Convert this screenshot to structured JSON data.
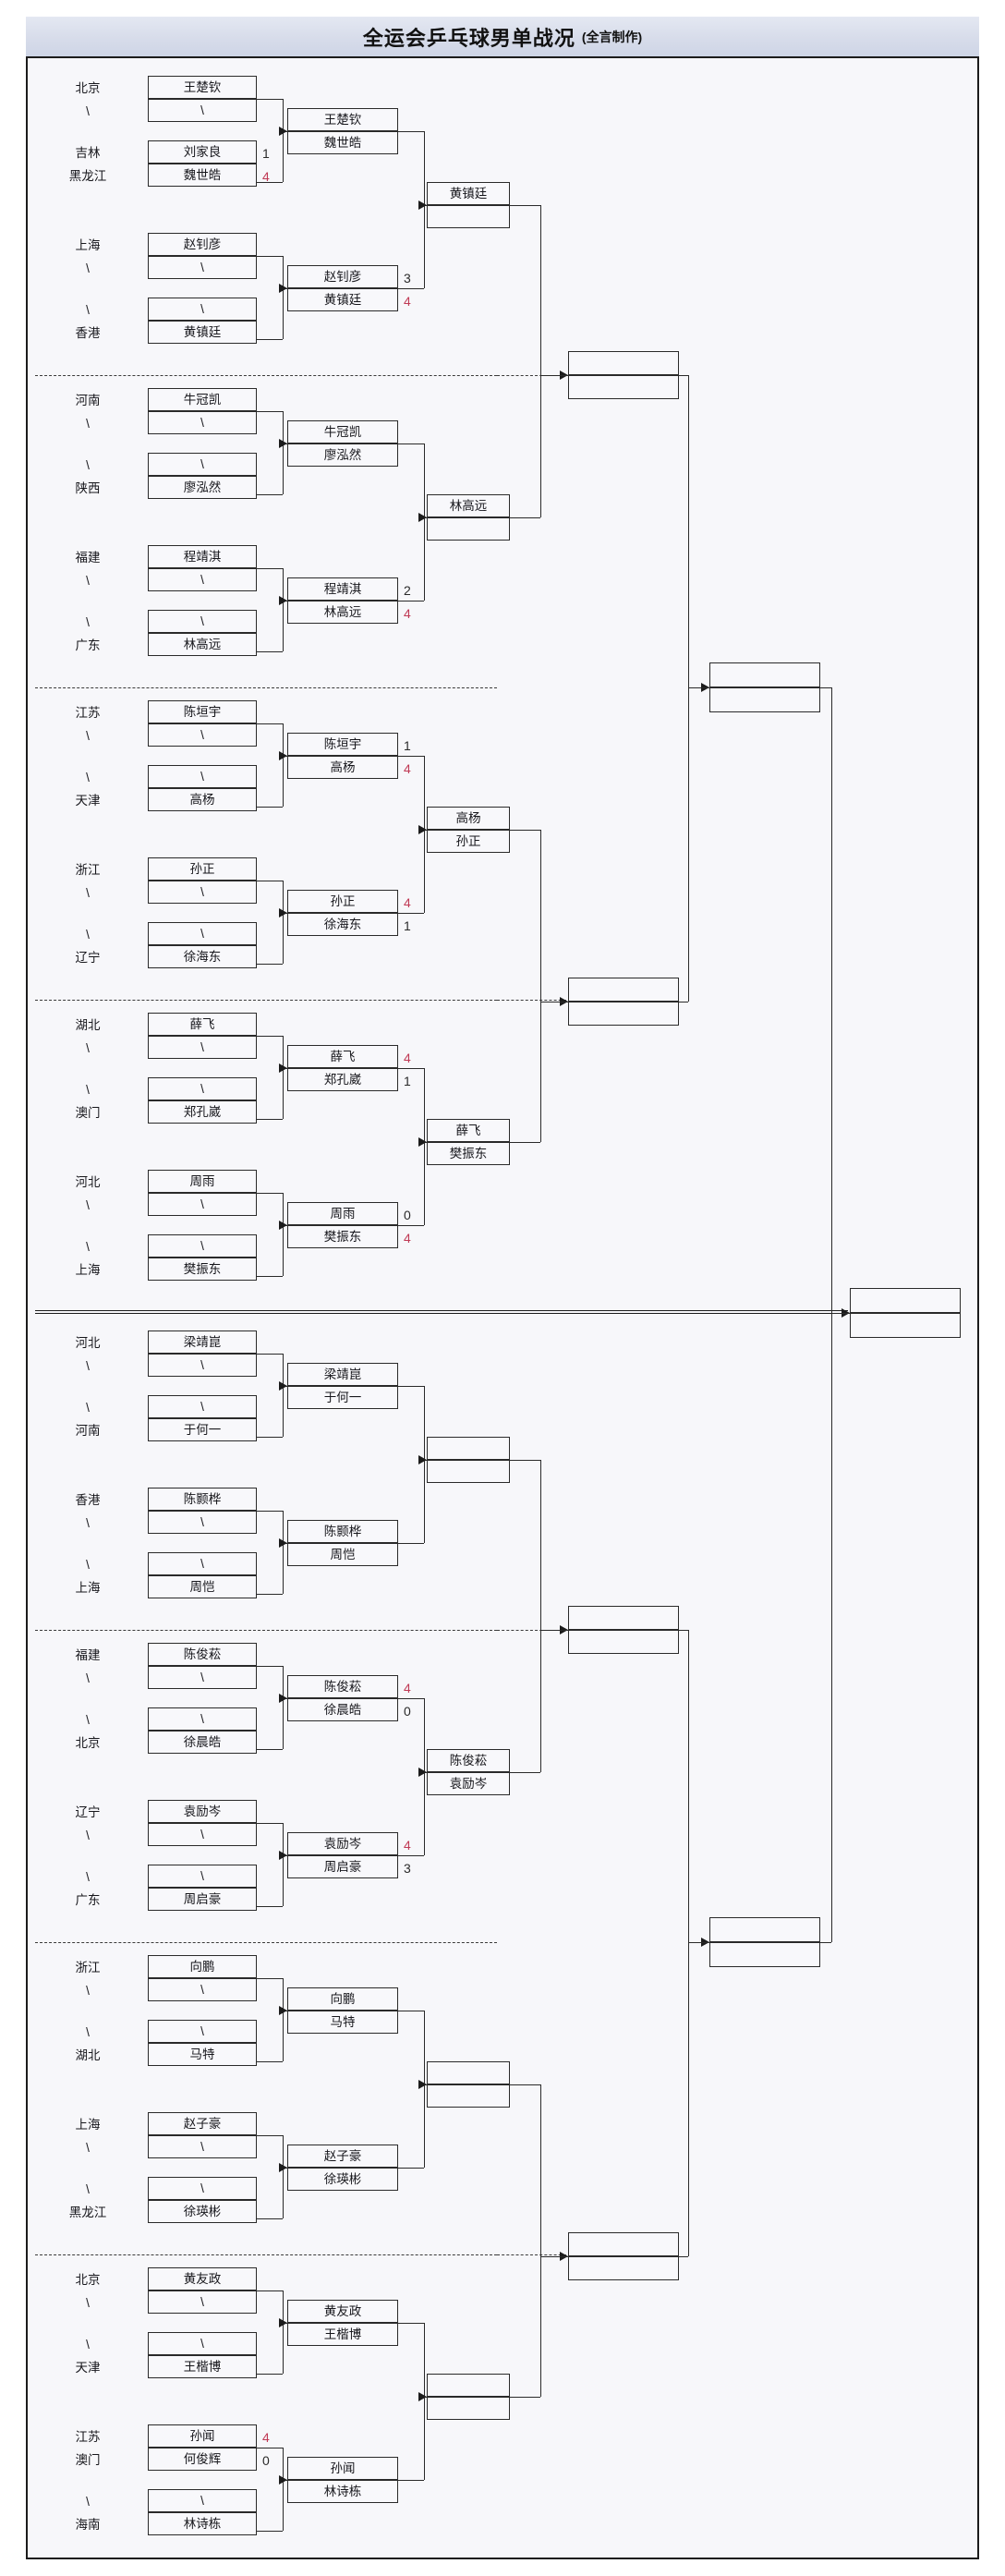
{
  "header": {
    "title": "全运会乒乓球男单战况",
    "subtitle": "(全言制作)"
  },
  "chart_data": {
    "type": "bracket",
    "title": "全运会乒乓球男单战况",
    "subtitle": "(全言制作)",
    "bye_mark": "\\",
    "rounds": 5,
    "sections": [
      {
        "id": "s1",
        "entries": [
          {
            "province": "北京",
            "player": "王楚钦"
          },
          {
            "province": "\\",
            "player": "\\"
          },
          {
            "province": "吉林",
            "player": "刘家良",
            "score": "1"
          },
          {
            "province": "黑龙江",
            "player": "魏世皓",
            "score": "4",
            "winner": true
          }
        ],
        "r2": [
          {
            "players": [
              "王楚钦",
              "魏世皓"
            ],
            "scores": [
              "",
              ""
            ]
          },
          {
            "players": [
              "赵钊彦",
              "黄镇廷"
            ],
            "scores": [
              "3",
              "4"
            ],
            "winner_index": 1
          }
        ],
        "entries2": [
          {
            "province": "上海",
            "player": "赵钊彦"
          },
          {
            "province": "\\",
            "player": "\\"
          },
          {
            "province": "\\",
            "player": "\\"
          },
          {
            "province": "香港",
            "player": "黄镇廷"
          }
        ],
        "r3": {
          "players": [
            "黄镇廷",
            ""
          ],
          "scores": [
            "",
            ""
          ]
        }
      },
      {
        "id": "s2",
        "entries": [
          {
            "province": "河南",
            "player": "牛冠凯"
          },
          {
            "province": "\\",
            "player": "\\"
          },
          {
            "province": "\\",
            "player": "\\"
          },
          {
            "province": "陕西",
            "player": "廖泓然"
          }
        ],
        "r2": [
          {
            "players": [
              "牛冠凯",
              "廖泓然"
            ],
            "scores": [
              "",
              ""
            ]
          },
          {
            "players": [
              "程靖淇",
              "林高远"
            ],
            "scores": [
              "2",
              "4"
            ],
            "winner_index": 1
          }
        ],
        "entries2": [
          {
            "province": "福建",
            "player": "程靖淇"
          },
          {
            "province": "\\",
            "player": "\\"
          },
          {
            "province": "\\",
            "player": "\\"
          },
          {
            "province": "广东",
            "player": "林高远"
          }
        ],
        "r3": {
          "players": [
            "林高远",
            ""
          ],
          "scores": [
            "",
            ""
          ]
        }
      },
      {
        "id": "s3",
        "entries": [
          {
            "province": "江苏",
            "player": "陈垣宇"
          },
          {
            "province": "\\",
            "player": "\\"
          },
          {
            "province": "\\",
            "player": "\\"
          },
          {
            "province": "天津",
            "player": "高杨"
          }
        ],
        "r2": [
          {
            "players": [
              "陈垣宇",
              "高杨"
            ],
            "scores": [
              "1",
              "4"
            ],
            "winner_index": 1
          },
          {
            "players": [
              "孙正",
              "徐海东"
            ],
            "scores": [
              "4",
              "1"
            ],
            "winner_index": 0
          }
        ],
        "entries2": [
          {
            "province": "浙江",
            "player": "孙正"
          },
          {
            "province": "\\",
            "player": "\\"
          },
          {
            "province": "\\",
            "player": "\\"
          },
          {
            "province": "辽宁",
            "player": "徐海东"
          }
        ],
        "r3": {
          "players": [
            "高杨",
            "孙正"
          ],
          "scores": [
            "",
            ""
          ]
        }
      },
      {
        "id": "s4",
        "entries": [
          {
            "province": "湖北",
            "player": "薛飞"
          },
          {
            "province": "\\",
            "player": "\\"
          },
          {
            "province": "\\",
            "player": "\\"
          },
          {
            "province": "澳门",
            "player": "郑孔崴"
          }
        ],
        "r2": [
          {
            "players": [
              "薛飞",
              "郑孔崴"
            ],
            "scores": [
              "4",
              "1"
            ],
            "winner_index": 0
          },
          {
            "players": [
              "周雨",
              "樊振东"
            ],
            "scores": [
              "0",
              "4"
            ],
            "winner_index": 1
          }
        ],
        "entries2": [
          {
            "province": "河北",
            "player": "周雨"
          },
          {
            "province": "\\",
            "player": "\\"
          },
          {
            "province": "\\",
            "player": "\\"
          },
          {
            "province": "上海",
            "player": "樊振东"
          }
        ],
        "r3": {
          "players": [
            "薛飞",
            "樊振东"
          ],
          "scores": [
            "",
            ""
          ]
        }
      },
      {
        "id": "s5",
        "entries": [
          {
            "province": "河北",
            "player": "梁靖崑"
          },
          {
            "province": "\\",
            "player": "\\"
          },
          {
            "province": "\\",
            "player": "\\"
          },
          {
            "province": "河南",
            "player": "于何一"
          }
        ],
        "r2": [
          {
            "players": [
              "梁靖崑",
              "于何一"
            ],
            "scores": [
              "",
              ""
            ]
          },
          {
            "players": [
              "陈颢桦",
              "周恺"
            ],
            "scores": [
              "",
              ""
            ]
          }
        ],
        "entries2": [
          {
            "province": "香港",
            "player": "陈颢桦"
          },
          {
            "province": "\\",
            "player": "\\"
          },
          {
            "province": "\\",
            "player": "\\"
          },
          {
            "province": "上海",
            "player": "周恺"
          }
        ],
        "r3": {
          "players": [
            "",
            ""
          ],
          "scores": [
            "",
            ""
          ]
        }
      },
      {
        "id": "s6",
        "entries": [
          {
            "province": "福建",
            "player": "陈俊菘"
          },
          {
            "province": "\\",
            "player": "\\"
          },
          {
            "province": "\\",
            "player": "\\"
          },
          {
            "province": "北京",
            "player": "徐晨皓"
          }
        ],
        "r2": [
          {
            "players": [
              "陈俊菘",
              "徐晨皓"
            ],
            "scores": [
              "4",
              "0"
            ],
            "winner_index": 0
          },
          {
            "players": [
              "袁励岑",
              "周启豪"
            ],
            "scores": [
              "4",
              "3"
            ],
            "winner_index": 0
          }
        ],
        "entries2": [
          {
            "province": "辽宁",
            "player": "袁励岑"
          },
          {
            "province": "\\",
            "player": "\\"
          },
          {
            "province": "\\",
            "player": "\\"
          },
          {
            "province": "广东",
            "player": "周启豪"
          }
        ],
        "r3": {
          "players": [
            "陈俊菘",
            "袁励岑"
          ],
          "scores": [
            "",
            ""
          ]
        }
      },
      {
        "id": "s7",
        "entries": [
          {
            "province": "浙江",
            "player": "向鹏"
          },
          {
            "province": "\\",
            "player": "\\"
          },
          {
            "province": "\\",
            "player": "\\"
          },
          {
            "province": "湖北",
            "player": "马特"
          }
        ],
        "r2": [
          {
            "players": [
              "向鹏",
              "马特"
            ],
            "scores": [
              "",
              ""
            ]
          },
          {
            "players": [
              "赵子豪",
              "徐瑛彬"
            ],
            "scores": [
              "",
              ""
            ]
          }
        ],
        "entries2": [
          {
            "province": "上海",
            "player": "赵子豪"
          },
          {
            "province": "\\",
            "player": "\\"
          },
          {
            "province": "\\",
            "player": "\\"
          },
          {
            "province": "黑龙江",
            "player": "徐瑛彬"
          }
        ],
        "r3": {
          "players": [
            "",
            ""
          ],
          "scores": [
            "",
            ""
          ]
        }
      },
      {
        "id": "s8",
        "entries": [
          {
            "province": "北京",
            "player": "黄友政"
          },
          {
            "province": "\\",
            "player": "\\"
          },
          {
            "province": "\\",
            "player": "\\"
          },
          {
            "province": "天津",
            "player": "王楷博"
          }
        ],
        "r2": [
          {
            "players": [
              "黄友政",
              "王楷博"
            ],
            "scores": [
              "",
              ""
            ]
          },
          {
            "players": [
              "孙闻",
              "林诗栋"
            ],
            "scores": [
              "",
              ""
            ]
          }
        ],
        "entries2": [
          {
            "province": "江苏",
            "player": "孙闻",
            "score": "4",
            "winner": true
          },
          {
            "province": "澳门",
            "player": "何俊辉",
            "score": "0"
          },
          {
            "province": "\\",
            "player": "\\"
          },
          {
            "province": "海南",
            "player": "林诗栋"
          }
        ],
        "r3": {
          "players": [
            "",
            ""
          ],
          "scores": [
            "",
            ""
          ]
        }
      }
    ],
    "quarterfinals": [
      {
        "id": "qf1",
        "players": [
          "",
          ""
        ]
      },
      {
        "id": "qf2",
        "players": [
          "",
          ""
        ]
      },
      {
        "id": "qf3",
        "players": [
          "",
          ""
        ]
      },
      {
        "id": "qf4",
        "players": [
          "",
          ""
        ]
      }
    ],
    "semifinals": [
      {
        "id": "sf1",
        "players": [
          "",
          ""
        ]
      },
      {
        "id": "sf2",
        "players": [
          "",
          ""
        ]
      }
    ],
    "final": {
      "id": "final",
      "players": [
        "",
        ""
      ]
    }
  }
}
